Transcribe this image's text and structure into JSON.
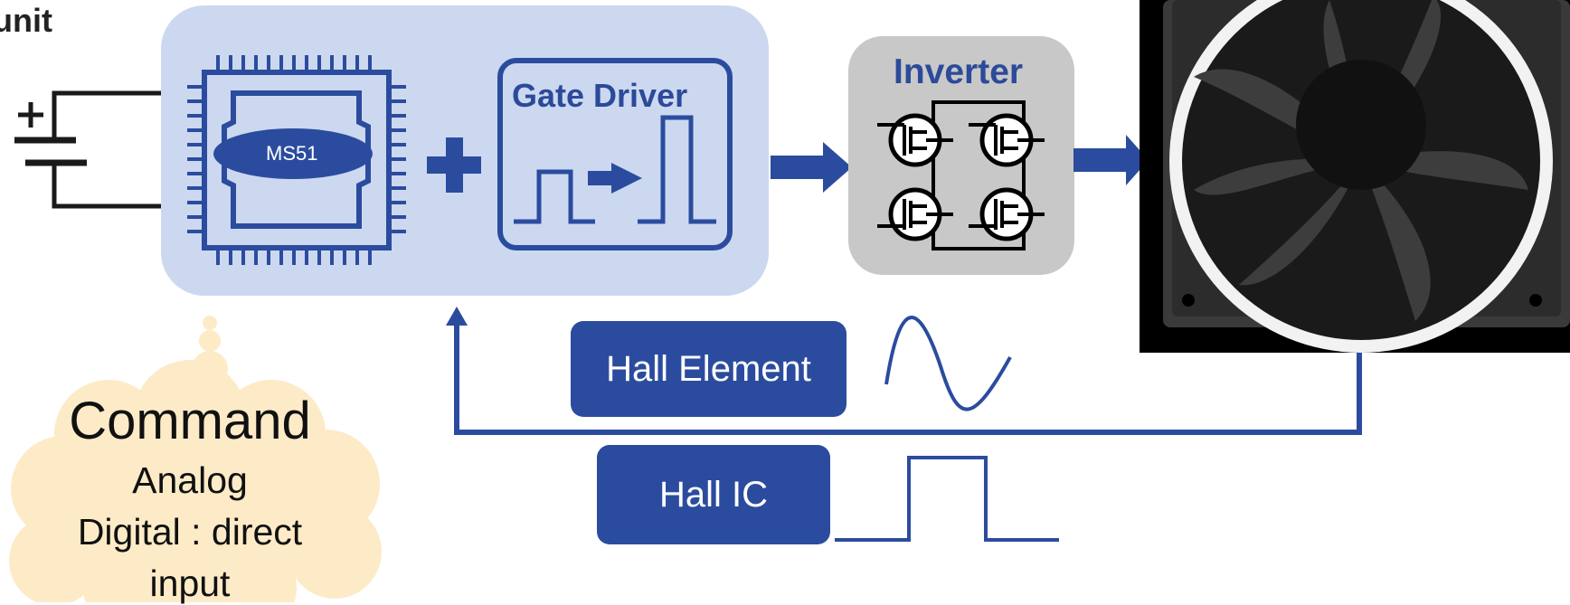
{
  "heading": "unit",
  "mcu": {
    "label": "MS51"
  },
  "gate_driver": {
    "title": "Gate Driver"
  },
  "inverter": {
    "title": "Inverter"
  },
  "sensors": {
    "hall_element": "Hall Element",
    "hall_ic": "Hall IC"
  },
  "command": {
    "title": "Command",
    "line1": "Analog",
    "line2": "Digital : direct",
    "line3": "input"
  },
  "colors": {
    "blue": "#2B4C9E",
    "panel": "#CCD8F0",
    "inverter_bg": "#C8C8C8",
    "cloud": "#FDEBC8"
  }
}
